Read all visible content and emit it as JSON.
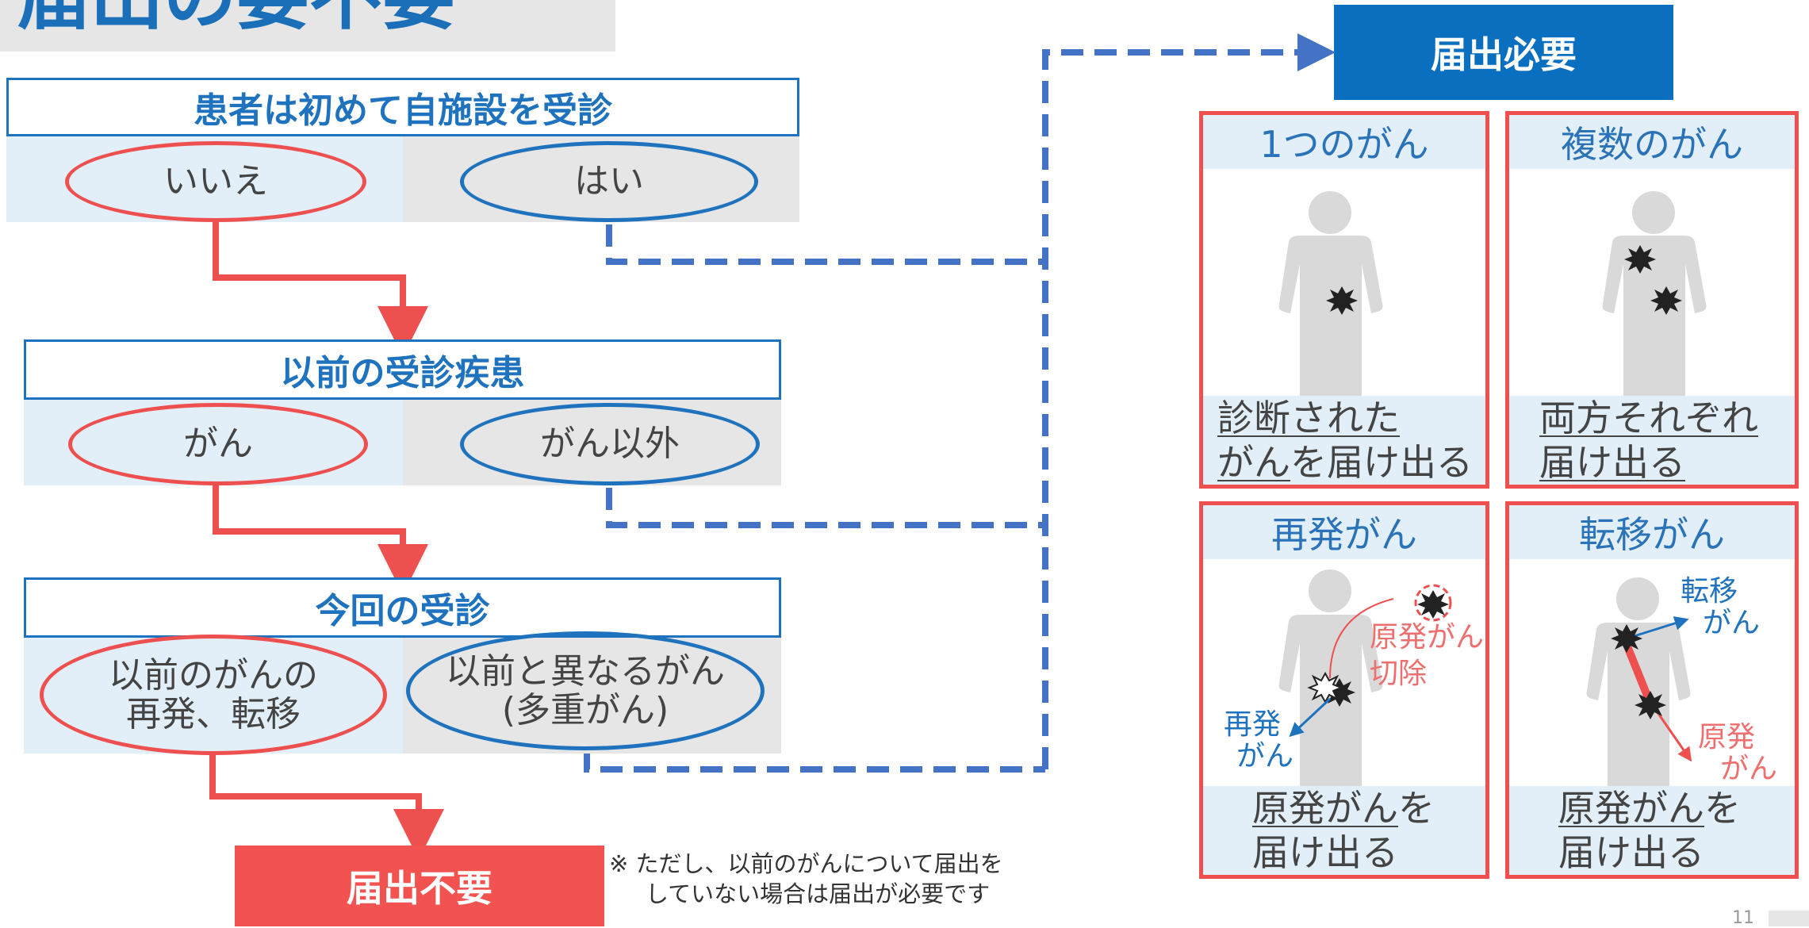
{
  "title": "届出の要不要",
  "q1": {
    "question": "患者は初めて自施設を受診",
    "no": "いいえ",
    "yes": "はい"
  },
  "q2": {
    "question": "以前の受診疾患",
    "cancer": "がん",
    "other": "がん以外"
  },
  "q3": {
    "question": "今回の受診",
    "recur_line1": "以前のがんの",
    "recur_line2": "再発、転移",
    "diff_line1": "以前と異なるがん",
    "diff_line2": "(多重がん)"
  },
  "result_no": "届出不要",
  "note_line1": "※ ただし、以前のがんについて届出を",
  "note_line2": "していない場合は届出が必要です",
  "result_yes": "届出必要",
  "panels": {
    "single": {
      "title": "1つのがん",
      "foot_u1": "診断された",
      "foot_u2": "がん",
      "foot_rest": "を届け出る"
    },
    "multiple": {
      "title": "複数のがん",
      "foot_u1": "両方それぞれ",
      "foot_u2": "届け出る"
    },
    "recurrence": {
      "title": "再発がん",
      "foot_u": "原発がん",
      "foot_rest": "を",
      "foot_line2": "届け出る",
      "label_primary_l1": "原発がん",
      "label_primary_l2": "切除",
      "label_recur_l1": "再発",
      "label_recur_l2": "がん"
    },
    "metastasis": {
      "title": "転移がん",
      "foot_u": "原発がん",
      "foot_rest": "を",
      "foot_line2": "届け出る",
      "label_meta_l1": "転移",
      "label_meta_l2": "がん",
      "label_primary_l1": "原発",
      "label_primary_l2": "がん"
    }
  },
  "page_number": "11",
  "colors": {
    "blue": "#1f73be",
    "red": "#ee5050",
    "dash_blue": "#4472c4",
    "gray": "#e6e6e6",
    "light_blue": "#e3eff8",
    "figure": "#d9d9d9"
  }
}
